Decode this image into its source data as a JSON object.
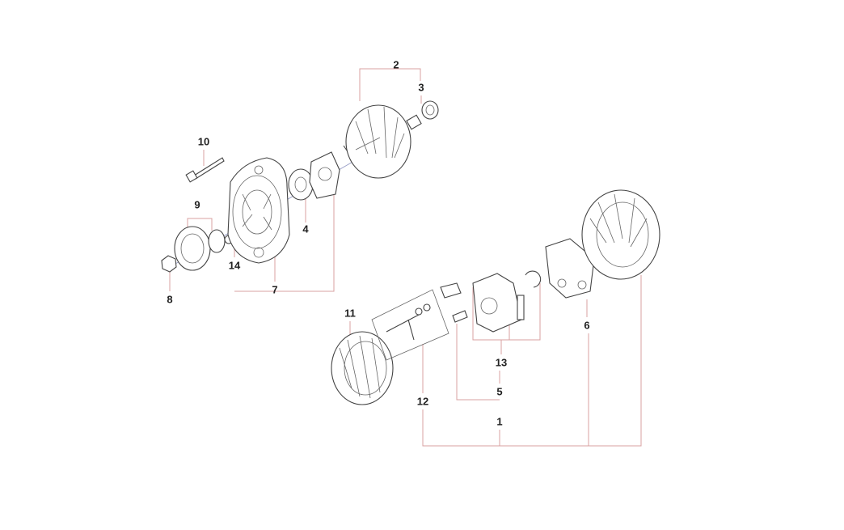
{
  "diagram": {
    "callouts": [
      {
        "id": "2",
        "text": "2"
      },
      {
        "id": "3",
        "text": "3"
      },
      {
        "id": "10",
        "text": "10"
      },
      {
        "id": "9",
        "text": "9"
      },
      {
        "id": "4",
        "text": "4"
      },
      {
        "id": "14",
        "text": "14"
      },
      {
        "id": "7",
        "text": "7"
      },
      {
        "id": "8",
        "text": "8"
      },
      {
        "id": "11",
        "text": "11"
      },
      {
        "id": "6",
        "text": "6"
      },
      {
        "id": "13",
        "text": "13"
      },
      {
        "id": "5",
        "text": "5"
      },
      {
        "id": "12",
        "text": "12"
      },
      {
        "id": "1",
        "text": "1"
      }
    ],
    "leader_color": "#d9a0a0"
  }
}
